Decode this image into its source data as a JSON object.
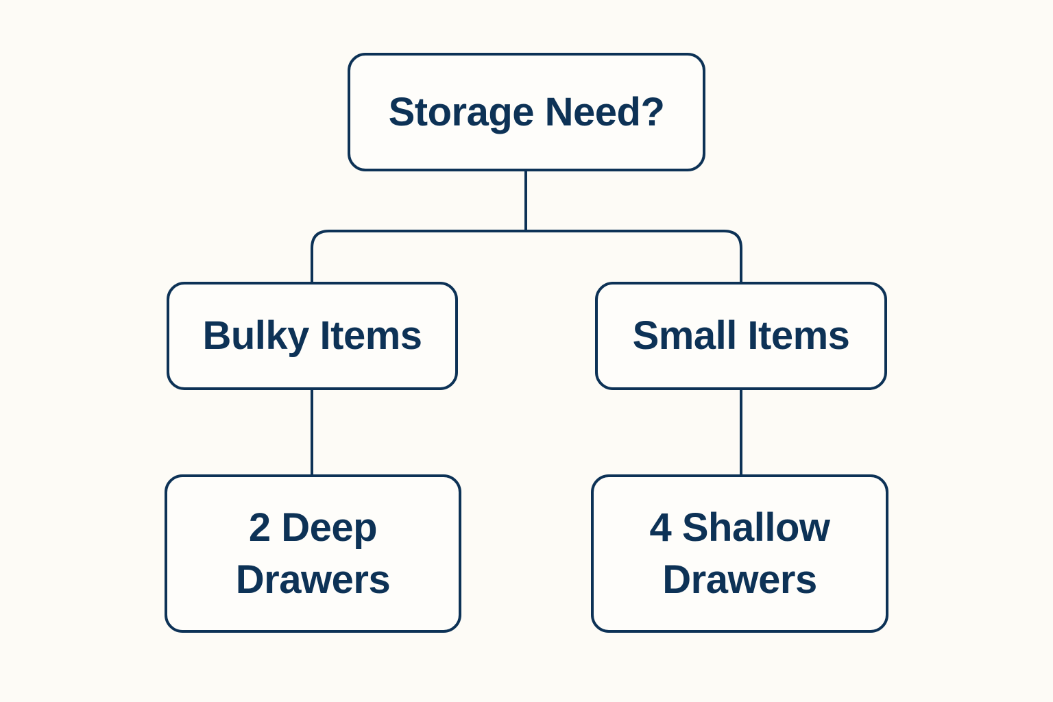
{
  "colors": {
    "stroke": "#0d3256",
    "background": "#fdfbf6"
  },
  "root": {
    "label": "Storage Need?"
  },
  "branches": [
    {
      "label": "Bulky Items",
      "child": {
        "label": "2 Deep\nDrawers"
      }
    },
    {
      "label": "Small Items",
      "child": {
        "label": "4 Shallow\nDrawers"
      }
    }
  ]
}
